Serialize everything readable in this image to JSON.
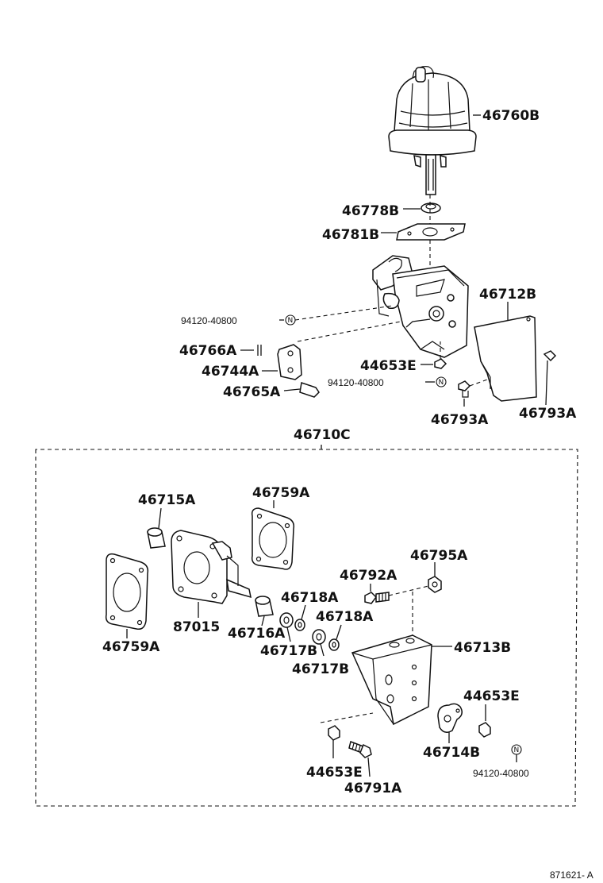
{
  "diagram": {
    "footer_code": "871621- A",
    "parts": {
      "p46760B": "46760B",
      "p46778B": "46778B",
      "p46781B": "46781B",
      "p46712B": "46712B",
      "p94120_a": "94120-40800",
      "p46766A": "46766A",
      "p46744A": "46744A",
      "p46765A": "46765A",
      "p44653E_a": "44653E",
      "p94120_b": "94120-40800",
      "p46793A_a": "46793A",
      "p46793A_b": "46793A",
      "p46710C": "46710C",
      "p46715A": "46715A",
      "p46759A_a": "46759A",
      "p46795A": "46795A",
      "p46792A": "46792A",
      "p46718A_a": "46718A",
      "p46718A_b": "46718A",
      "p87015": "87015",
      "p46716A": "46716A",
      "p46717B_a": "46717B",
      "p46717B_b": "46717B",
      "p46713B": "46713B",
      "p46759A_b": "46759A",
      "p44653E_b": "44653E",
      "p44653E_c": "44653E",
      "p46714B": "46714B",
      "p94120_c": "94120-40800",
      "p46791A": "46791A"
    },
    "nut_symbol": "N"
  }
}
